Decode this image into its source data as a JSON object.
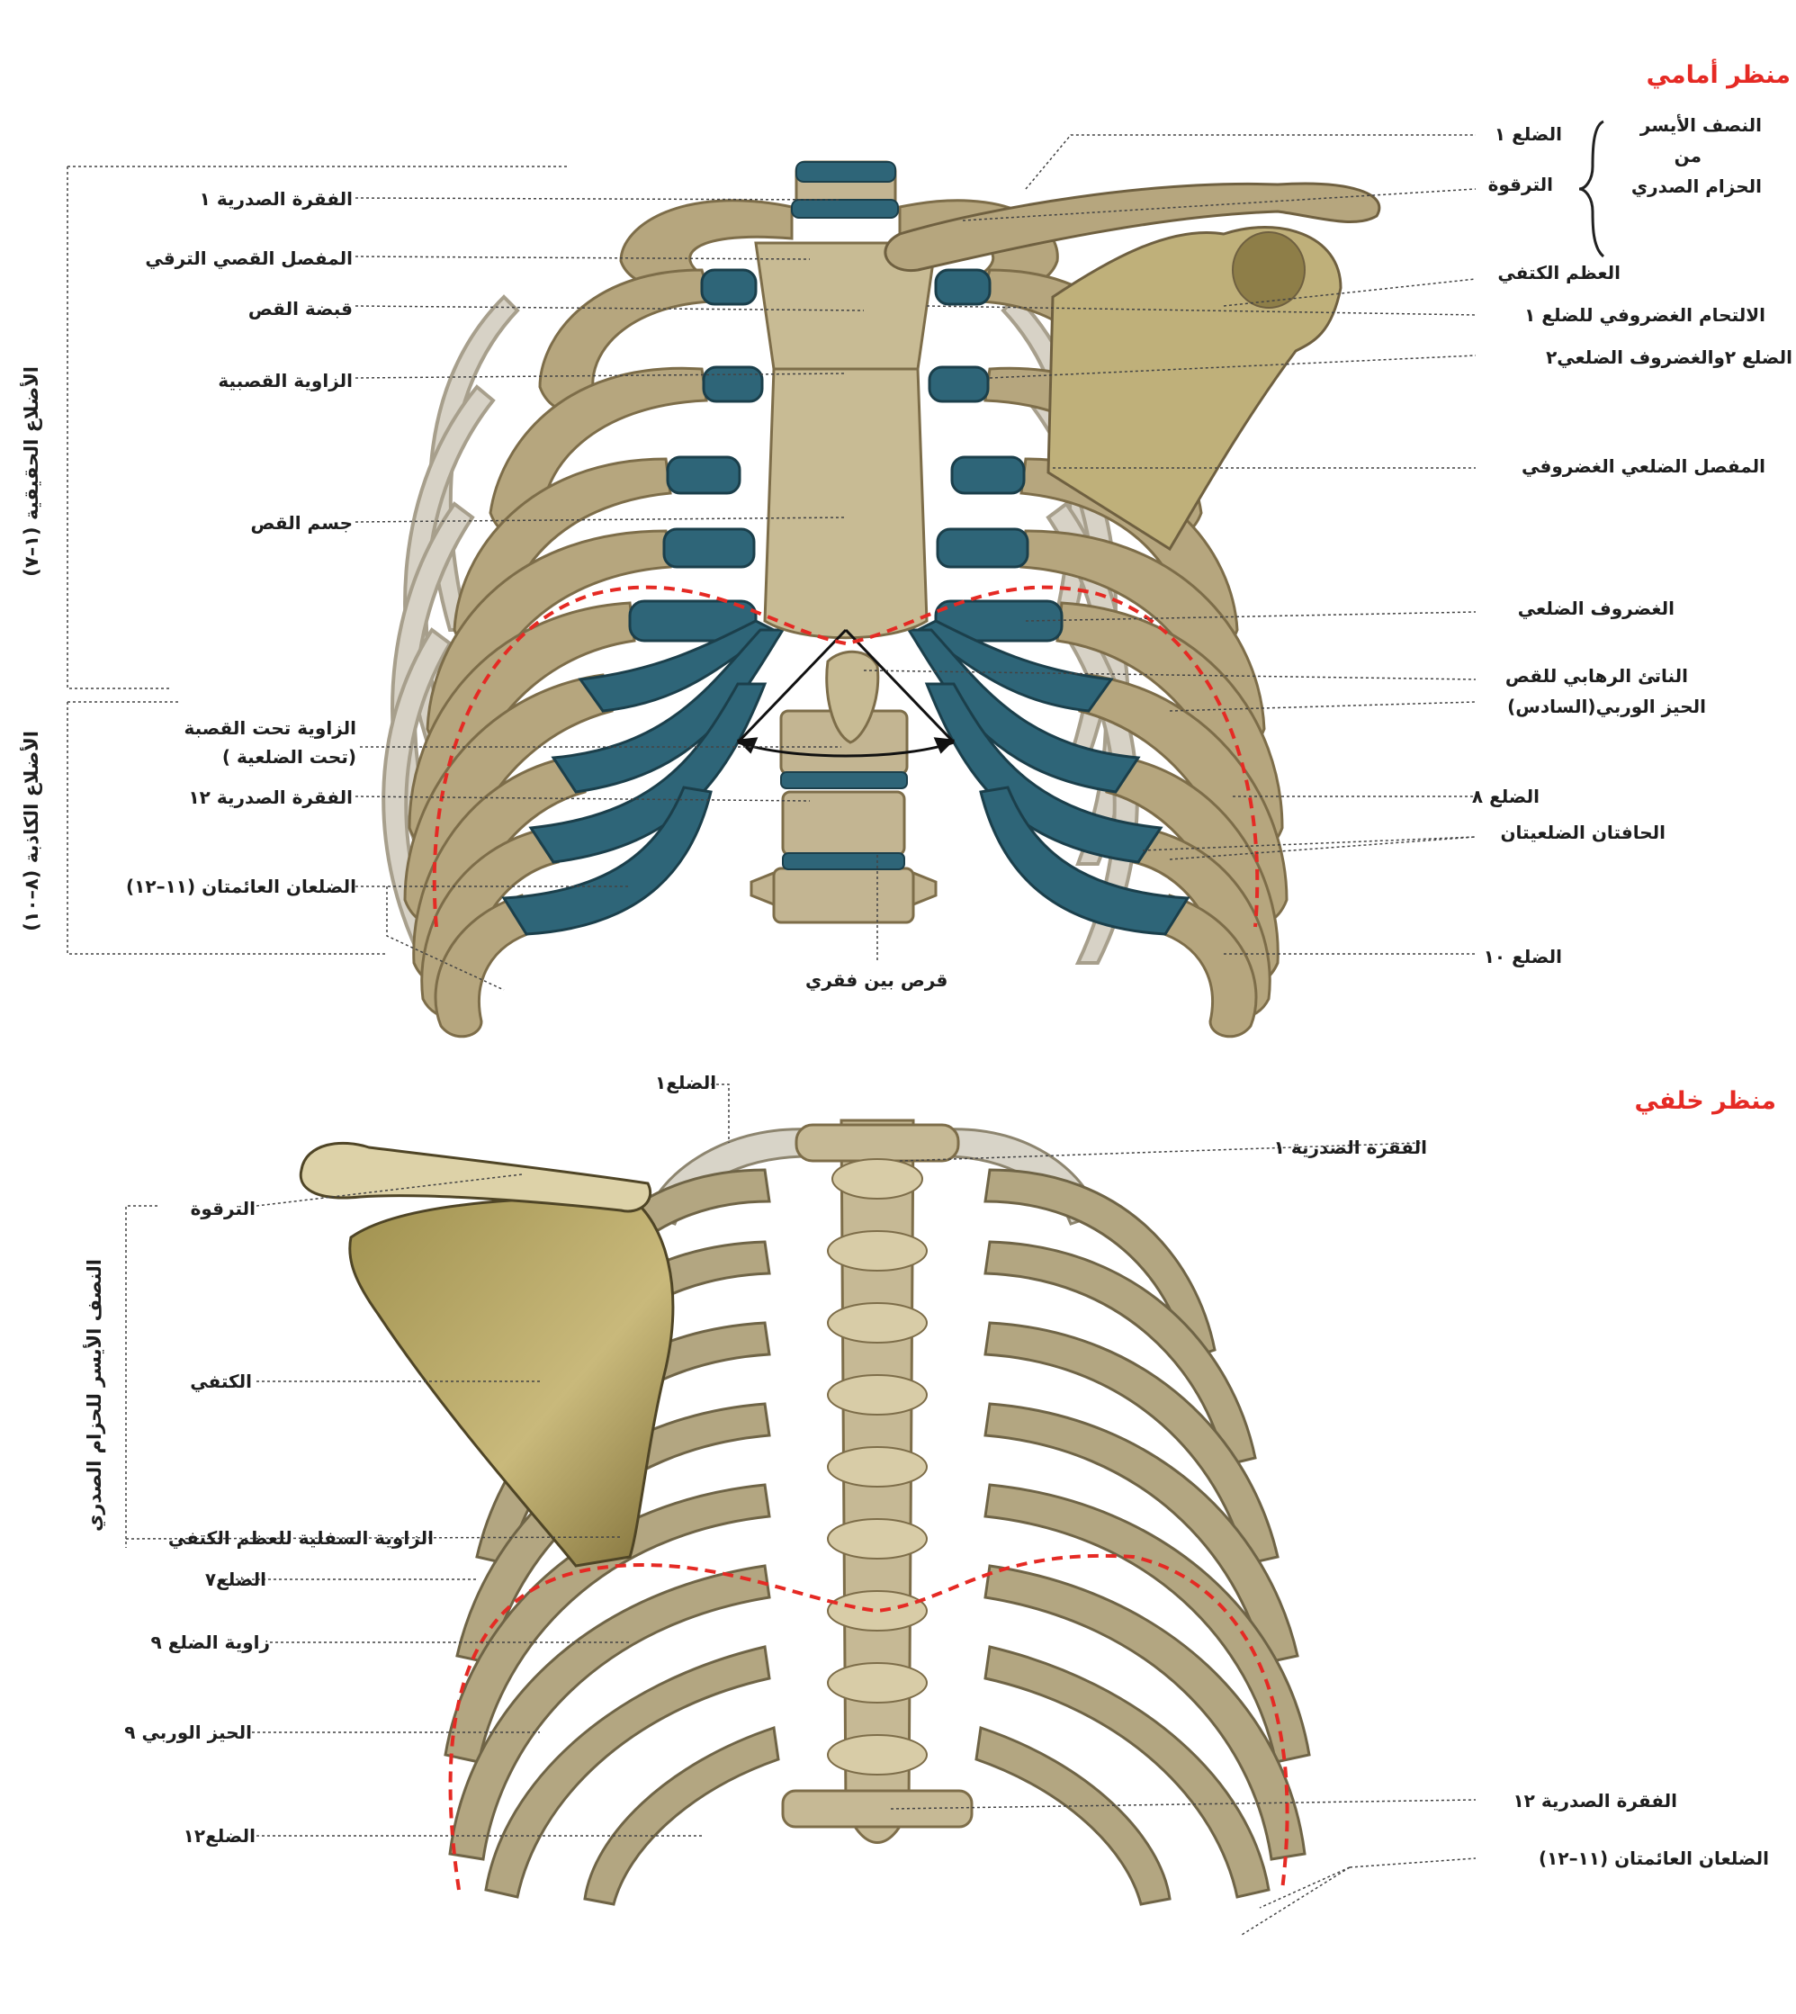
{
  "titles": {
    "front": "منظر أمامي",
    "back": "منظر خلفي"
  },
  "colors": {
    "bone": "#b6a67e",
    "bone_dark": "#8d7c56",
    "bone_back": "#d6d3c9",
    "cartilage": "#2e6578",
    "scapula": "#c2b37c",
    "dashed_outline": "#e52a24"
  },
  "front_labels": {
    "rib1": "الضلع ١",
    "clavicle": "الترقوة",
    "half_left_line1": "النصف الأيسر",
    "half_left_line2": "من",
    "half_left_line3": "الحزام الصدري",
    "scapula": "العظم الكتفي",
    "costal_union_rib1": "الالتحام الغضروفي للضلع ١",
    "rib2_cartilage": "الضلع ٢والغضروف الضلعي٢",
    "costochondral_joint": "المفصل الضلعي الغضروفي",
    "costal_cartilage": "الغضروف الضلعي",
    "xiphoid": "الناتئ الرهابي للقص",
    "intercostal_space": "الحيز الوربي(السادس)",
    "rib8": "الضلع ٨",
    "costal_margins": "الحافتان الضلعيتان",
    "rib10": "الضلع ١٠",
    "intervertebral_disc": "قرص بين فقري",
    "t1": "الفقرة الصدرية ١",
    "sternoclavicular": "المفصل القصي الترقي",
    "manubrium": "قبضة القص",
    "sternal_angle": "الزاوية القصبية",
    "sternum_body": "جسم القص",
    "infrasternal_angle_line1": "الزاوية تحت القصبة",
    "infrasternal_angle_line2": "(تحت الضلعية )",
    "t12": "الفقرة الصدرية ١٢",
    "floating_ribs": "الضلعان العائمتان (١١–١٢)",
    "true_ribs": "الأضلاع الحقيقية (١–٧)",
    "false_ribs": "الأضلاع الكاذبة (٨–١٠)"
  },
  "back_labels": {
    "rib1": "الضلع١",
    "t1": "الفقرة الصدرية ١",
    "clavicle": "الترقوة",
    "scapula": "الكتفي",
    "inferior_angle": "الزاوية السفلية للعظم الكتفي",
    "rib7": "الضلع٧",
    "rib9_angle": "زاوية الضلع ٩",
    "intercostal9": "الحيز الوربي ٩",
    "rib12": "الضلع١٢",
    "t12": "الفقرة الصدرية ١٢",
    "floating_ribs": "الضلعان العائمتان (١١–١٢)",
    "girdle_left_half": "النصف الأيسر للحزام الصدري"
  }
}
